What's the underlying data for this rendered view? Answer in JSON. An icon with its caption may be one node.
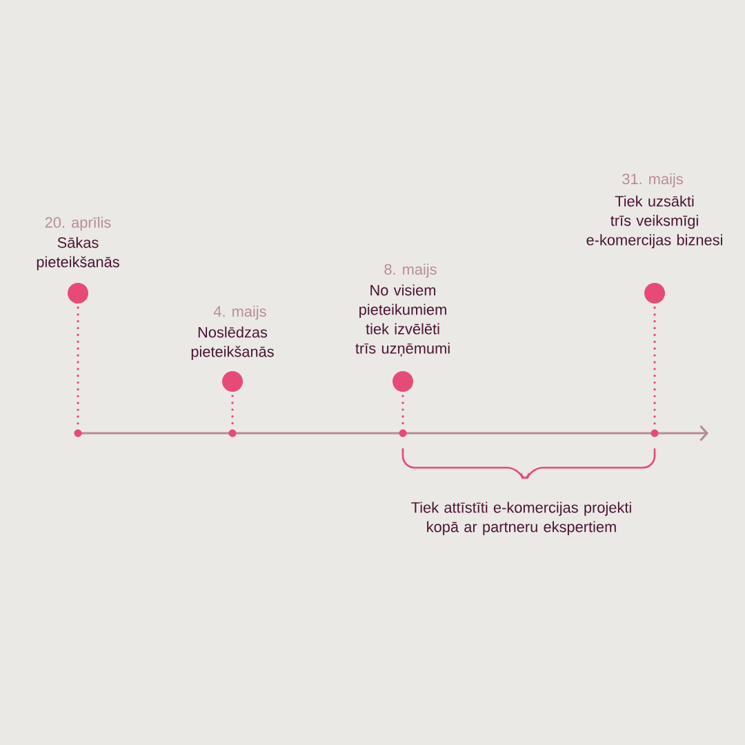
{
  "diagram": {
    "nodes": [
      {
        "text": [],
        "shape": "circle",
        "beside": [
          "20. aprīlis",
          "Sākas pieteikšanās"
        ]
      },
      {
        "text": [],
        "shape": "circle",
        "beside": [
          "4. maijs",
          "Noslēdzas pieteikšanās"
        ]
      },
      {
        "text": [],
        "shape": "circle",
        "beside": [
          "8. maijs",
          "No visiem pieteikumiem tiek izvēlēti trīs uzņēmumi"
        ]
      },
      {
        "text": [],
        "shape": "circle",
        "beside": [
          "31. maijs",
          "Tiek uzsākti trīs veiksmīgi e-komercijas biznesi"
        ]
      },
      {
        "text": [],
        "shape": "circle"
      },
      {
        "text": [],
        "shape": "circle"
      },
      {
        "text": [],
        "shape": "circle"
      },
      {
        "text": [],
        "shape": "circle"
      }
    ],
    "edges": [
      {
        "from": 0,
        "to": 4,
        "arrow": "none",
        "style": "dashed"
      },
      {
        "from": 1,
        "to": 5,
        "arrow": "none",
        "style": "dashed"
      },
      {
        "from": 2,
        "to": 6,
        "arrow": "none",
        "style": "dashed"
      },
      {
        "from": 3,
        "to": 7,
        "arrow": "none",
        "style": "dashed"
      }
    ],
    "labels": [
      "Tiek attīstīti e-komercijas projekti kopā ar partneru ekspertiem"
    ]
  }
}
